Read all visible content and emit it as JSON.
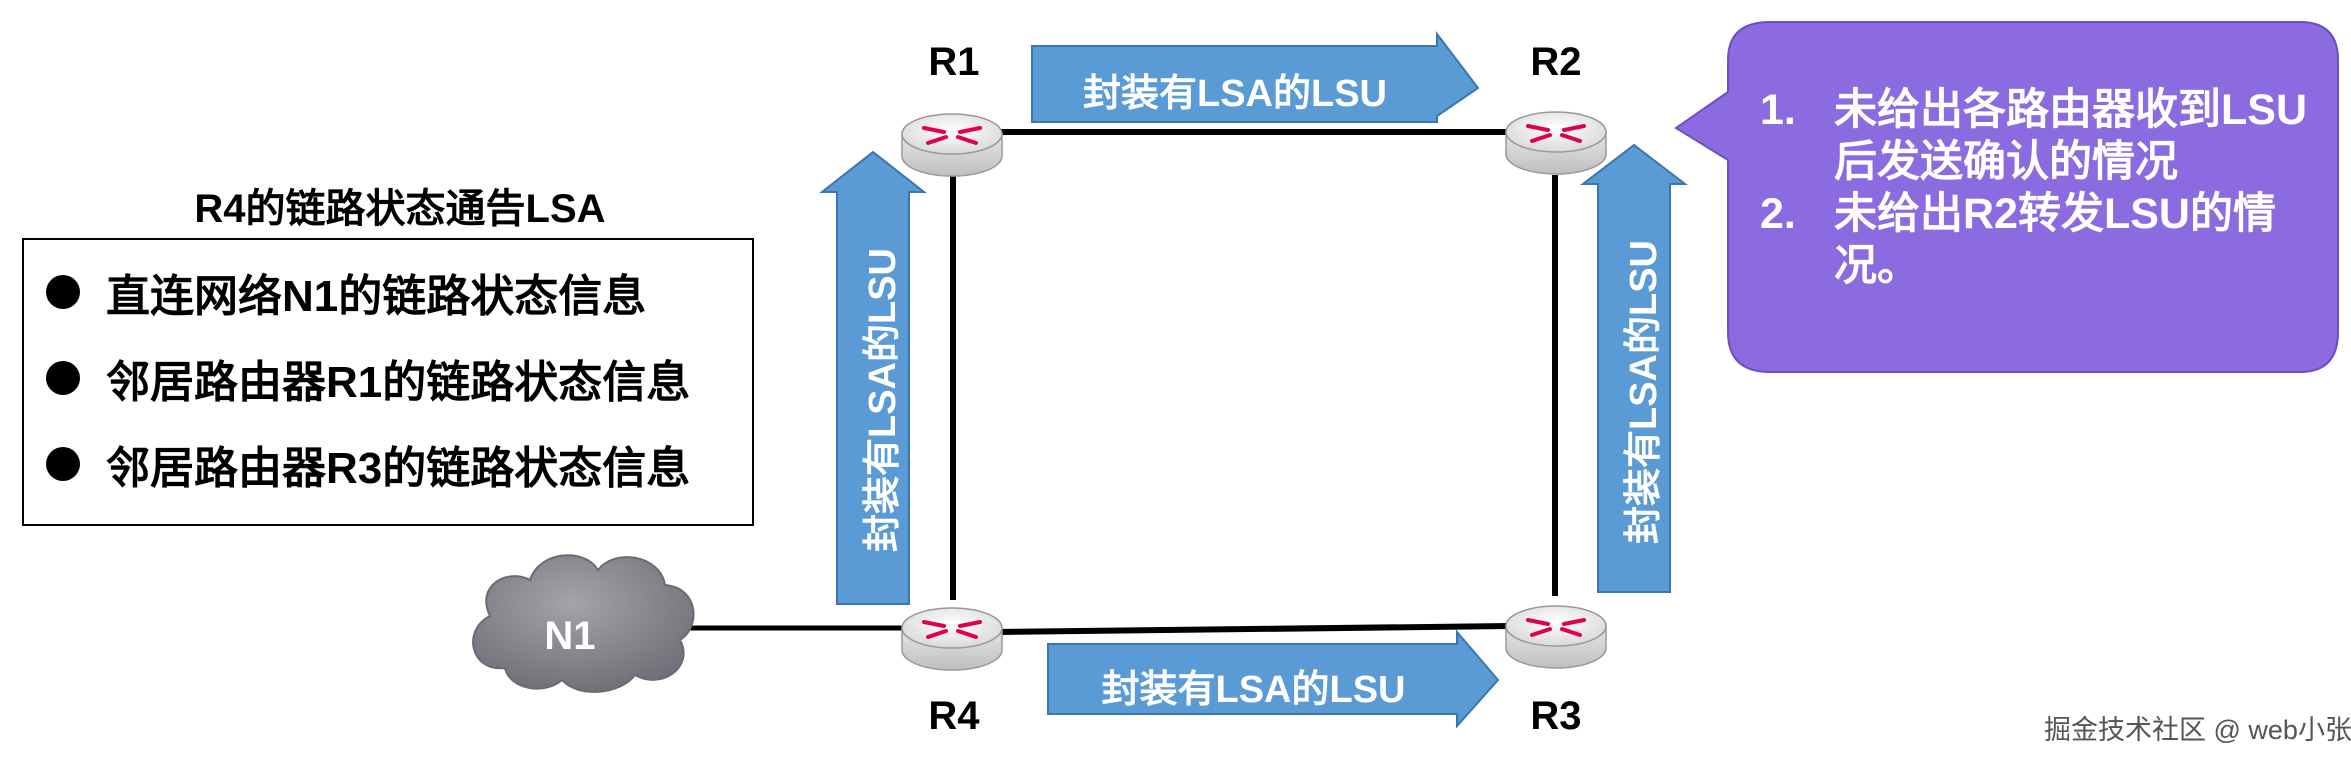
{
  "lsa_panel": {
    "title": "R4的链路状态通告LSA",
    "items": [
      "直连网络N1的链路状态信息",
      "邻居路由器R1的链路状态信息",
      "邻居路由器R3的链路状态信息"
    ]
  },
  "routers": {
    "r1": "R1",
    "r2": "R2",
    "r3": "R3",
    "r4": "R4"
  },
  "network": {
    "n1": "N1"
  },
  "arrows": {
    "top": "封装有LSA的LSU",
    "bottom": "封装有LSA的LSU",
    "left": "封装有LSA的LSU",
    "right": "封装有LSA的LSU"
  },
  "callout": {
    "items": [
      {
        "num": "1.",
        "text": "未给出各路由器收到LSU后发送确认的情况"
      },
      {
        "num": "2.",
        "text": "未给出R2转发LSU的情况。"
      }
    ]
  },
  "watermark": "掘金技术社区 @ web小张",
  "colors": {
    "arrow_fill": "#5b9bd5",
    "arrow_stroke": "#3a75b0",
    "callout_fill": "#8c6be0",
    "cloud_fill": "#8c8c93",
    "router_body": "#f2f2f2",
    "router_accent": "#e0004d"
  }
}
